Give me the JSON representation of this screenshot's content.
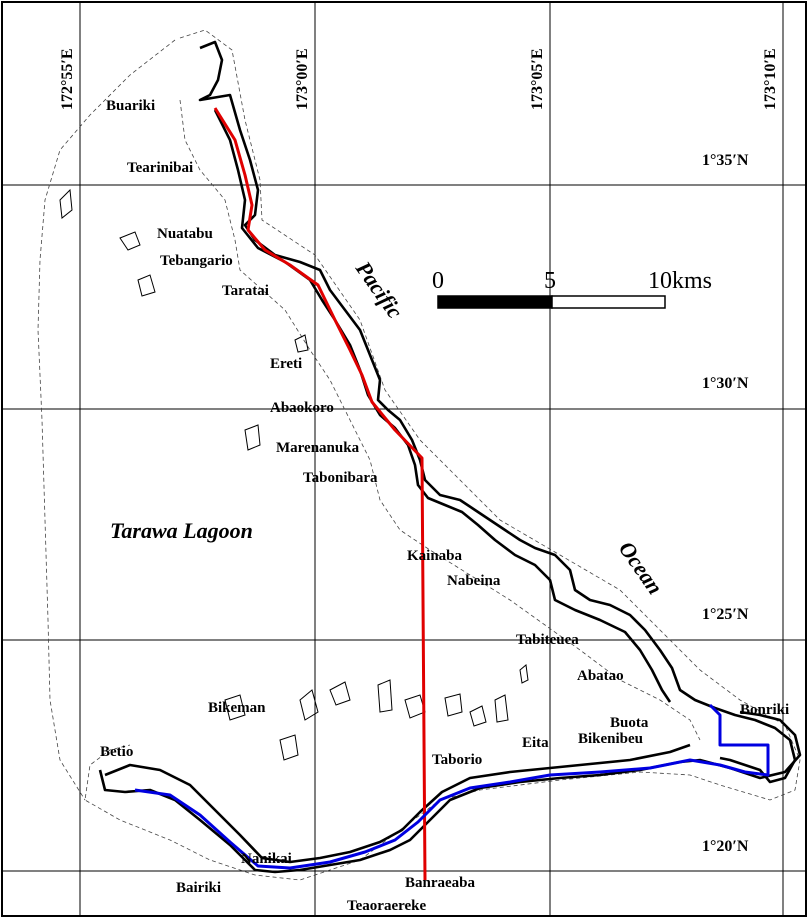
{
  "longitudes": [
    {
      "label": "172°55′E"
    },
    {
      "label": "173°00′E"
    },
    {
      "label": "173°05′E"
    },
    {
      "label": "173°10′E"
    }
  ],
  "latitudes": [
    {
      "label": "1°35′N"
    },
    {
      "label": "1°30′N"
    },
    {
      "label": "1°25′N"
    },
    {
      "label": "1°20′N"
    }
  ],
  "water_labels": {
    "lagoon": "Tarawa Lagoon",
    "pacific": "Pacific",
    "ocean": "Ocean"
  },
  "scale_bar": {
    "labels": [
      "0",
      "5",
      "10kms"
    ],
    "segment_km": 5
  },
  "places": [
    {
      "id": "buariki",
      "name": "Buariki"
    },
    {
      "id": "tearinibai",
      "name": "Tearinibai"
    },
    {
      "id": "nuatabu",
      "name": "Nuatabu"
    },
    {
      "id": "tebangario",
      "name": "Tebangario"
    },
    {
      "id": "taratai",
      "name": "Taratai"
    },
    {
      "id": "ereti",
      "name": "Ereti"
    },
    {
      "id": "abaokoro",
      "name": "Abaokoro"
    },
    {
      "id": "marenanuka",
      "name": "Marenanuka"
    },
    {
      "id": "tabonibara",
      "name": "Tabonibara"
    },
    {
      "id": "kainaba",
      "name": "Kainaba"
    },
    {
      "id": "nabeina",
      "name": "Nabeina"
    },
    {
      "id": "tabiteuea",
      "name": "Tabiteuea"
    },
    {
      "id": "abatao",
      "name": "Abatao"
    },
    {
      "id": "buota",
      "name": "Buota"
    },
    {
      "id": "bonriki",
      "name": "Bonriki"
    },
    {
      "id": "bikenibeu",
      "name": "Bikenibeu"
    },
    {
      "id": "eita",
      "name": "Eita"
    },
    {
      "id": "taborio",
      "name": "Taborio"
    },
    {
      "id": "bikeman",
      "name": "Bikeman"
    },
    {
      "id": "betio",
      "name": "Betio"
    },
    {
      "id": "nanikai",
      "name": "Nanikai"
    },
    {
      "id": "bairiki",
      "name": "Bairiki"
    },
    {
      "id": "banraeaba",
      "name": "Banraeaba"
    },
    {
      "id": "teaoraereke",
      "name": "Teaoraereke"
    }
  ],
  "colors": {
    "north_route": "#e00000",
    "south_route": "#0000e0",
    "land": "#000000"
  }
}
